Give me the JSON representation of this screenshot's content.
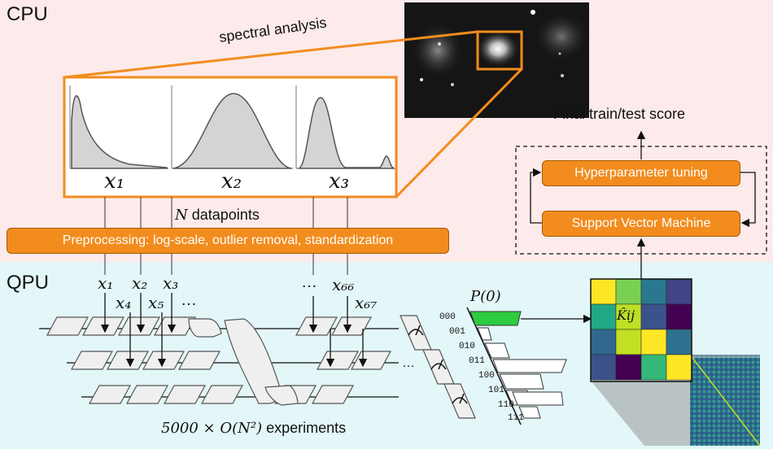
{
  "sections": {
    "cpu": "CPU",
    "qpu": "QPU"
  },
  "labels": {
    "spectral_analysis": "spectral analysis",
    "final_score": "Final train/test score",
    "n_datapoints_var": "N",
    "n_datapoints_text": " datapoints",
    "experiments_math": "5000 × O(N²)",
    "experiments_text": " experiments",
    "p0": "P(0)",
    "kernel_entry": "K̂ij"
  },
  "boxes": {
    "preprocessing": "Preprocessing: log-scale, outlier removal, standardization",
    "hyperparameter": "Hyperparameter tuning",
    "svm": "Support Vector Machine"
  },
  "feature_plots": [
    {
      "label": "x₁",
      "shape": "skewed"
    },
    {
      "label": "x₂",
      "shape": "gaussian"
    },
    {
      "label": "x₃",
      "shape": "peaked"
    }
  ],
  "inputs": {
    "row1": [
      "x₁",
      "x₂",
      "x₃",
      "…",
      "x₆₆"
    ],
    "row2": [
      "x₄",
      "x₅",
      "…",
      "x₆₇"
    ]
  },
  "bitstrings": [
    "000",
    "001",
    "010",
    "011",
    "100",
    "101",
    "110",
    "111"
  ],
  "ellipsis": "…",
  "kernel_colors": [
    "#fde725",
    "#7ad151",
    "#2a788e",
    "#414487",
    "#22a884",
    "#bddf26",
    "#3b528b",
    "#440154",
    "#31688e",
    "#c2df23",
    "#fde725",
    "#2c728e",
    "#3b528b",
    "#440154",
    "#35b779",
    "#fde725"
  ],
  "colors": {
    "orange": "#f28c1e",
    "cpu_bg": "#fdeaea",
    "qpu_bg": "#e3f6f8",
    "highlight": "#2ecc40"
  }
}
